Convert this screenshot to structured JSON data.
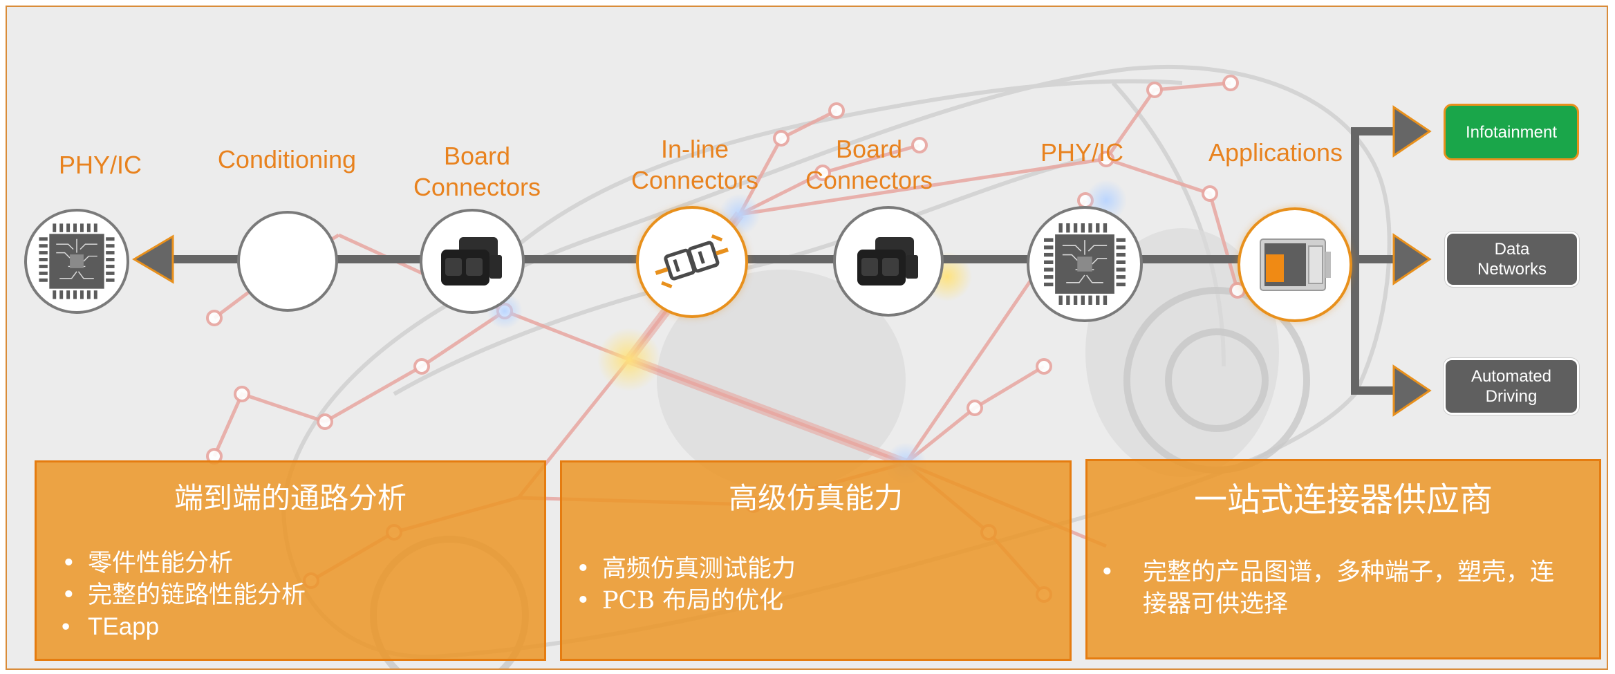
{
  "chain_labels": {
    "phy_ic_left": "PHY/IC",
    "conditioning": "Conditioning",
    "board_connectors_1_line1": "Board",
    "board_connectors_1_line2": "Connectors",
    "inline_connectors_line1": "In-line",
    "inline_connectors_line2": "Connectors",
    "board_connectors_2_line1": "Board",
    "board_connectors_2_line2": "Connectors",
    "phy_ic_right": "PHY/IC",
    "applications": "Applications"
  },
  "applications": [
    {
      "line1": "Infotainment",
      "line2": "",
      "highlighted": true
    },
    {
      "line1": "Data",
      "line2": "Networks",
      "highlighted": false
    },
    {
      "line1": "Automated",
      "line2": "Driving",
      "highlighted": false
    }
  ],
  "boxes": [
    {
      "title": "端到端的通路分析",
      "items": [
        "零件性能分析",
        "完整的链路性能分析",
        "TEapp"
      ]
    },
    {
      "title": "高级仿真能力",
      "items": [
        "高频仿真测试能力",
        "PCB 布局的优化"
      ]
    },
    {
      "title": "一站式连接器供应商",
      "items_line1": "完整的产品图谱，多种端子，塑壳，连",
      "items_line2": "接器可供选择"
    }
  ],
  "bullet": "•",
  "colors": {
    "accent_orange": "#e8821e",
    "box_orange": "#eb9628",
    "line_gray": "#666666",
    "highlight_green": "#1aa64a",
    "button_gray": "#5f5f5f",
    "network_red": "#e25a4a"
  },
  "icons": {
    "left_phy": "chip-icon",
    "conditioning": "empty-circle",
    "board_1": "connector-plug-icon",
    "inline": "inline-connector-icon",
    "board_2": "connector-plug-icon",
    "right_phy": "chip-icon",
    "applications": "display-unit-icon"
  }
}
